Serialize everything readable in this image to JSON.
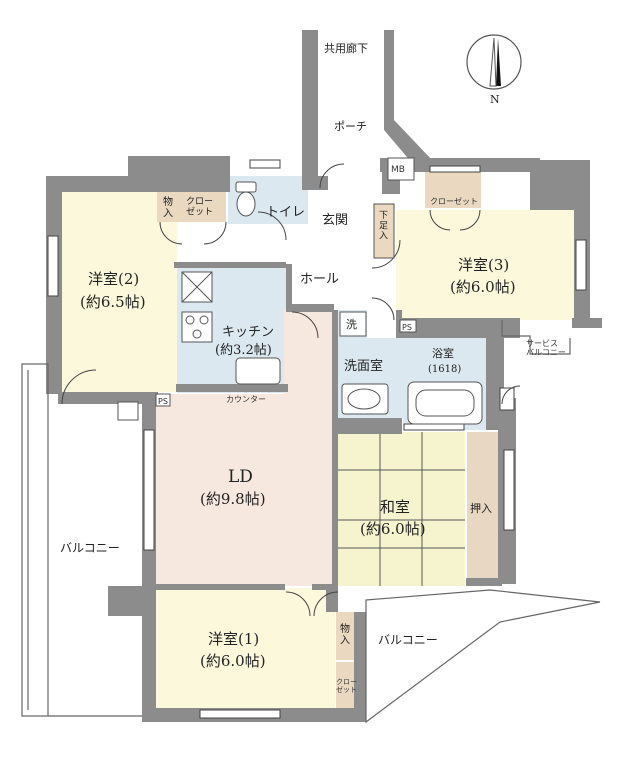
{
  "colors": {
    "wall": "#8c8c8c",
    "room_yellow": "#fbf8dc",
    "room_pink": "#f7e8df",
    "room_blue": "#dce8f0",
    "storage_tan": "#ead8c0",
    "tatami": "#f6f3cf",
    "oshiire": "#e8d7c2",
    "background": "#ffffff"
  },
  "icons": [
    "compass-icon",
    "toilet-icon",
    "stove-icon",
    "sink-icon",
    "washbasin-icon",
    "bathtub-icon",
    "door-swing-icon"
  ],
  "labels": {
    "corridor": "共用廊下",
    "compass_n": "N",
    "porch": "ポーチ",
    "mb": "MB",
    "storage_a": "物\n入",
    "closet_a": "クロー\nゼット",
    "toilet": "トイレ",
    "entrance": "玄関",
    "shoe_box": "下\n足\n入",
    "closet_b": "クローゼット",
    "hall": "ホール",
    "bedroom2": "洋室(2)",
    "bedroom2_size": "(約6.5帖)",
    "bedroom3": "洋室(3)",
    "bedroom3_size": "(約6.0帖)",
    "kitchen": "キッチン",
    "kitchen_size": "(約3.2帖)",
    "washer": "洗",
    "ps1": "PS",
    "service_balcony": "サービス\nバルコニー",
    "washroom": "洗面室",
    "bath": "浴室",
    "bath_size": "(1618)",
    "ps2": "PS",
    "counter": "カウンター",
    "ld": "LD",
    "ld_size": "(約9.8帖)",
    "japanese": "和室",
    "japanese_size": "(約6.0帖)",
    "oshiire": "押入",
    "balcony_left": "バルコニー",
    "bedroom1": "洋室(1)",
    "bedroom1_size": "(約6.0帖)",
    "storage_b": "物\n入",
    "closet_c": "クロー\nゼット",
    "balcony_right": "バルコニー"
  }
}
